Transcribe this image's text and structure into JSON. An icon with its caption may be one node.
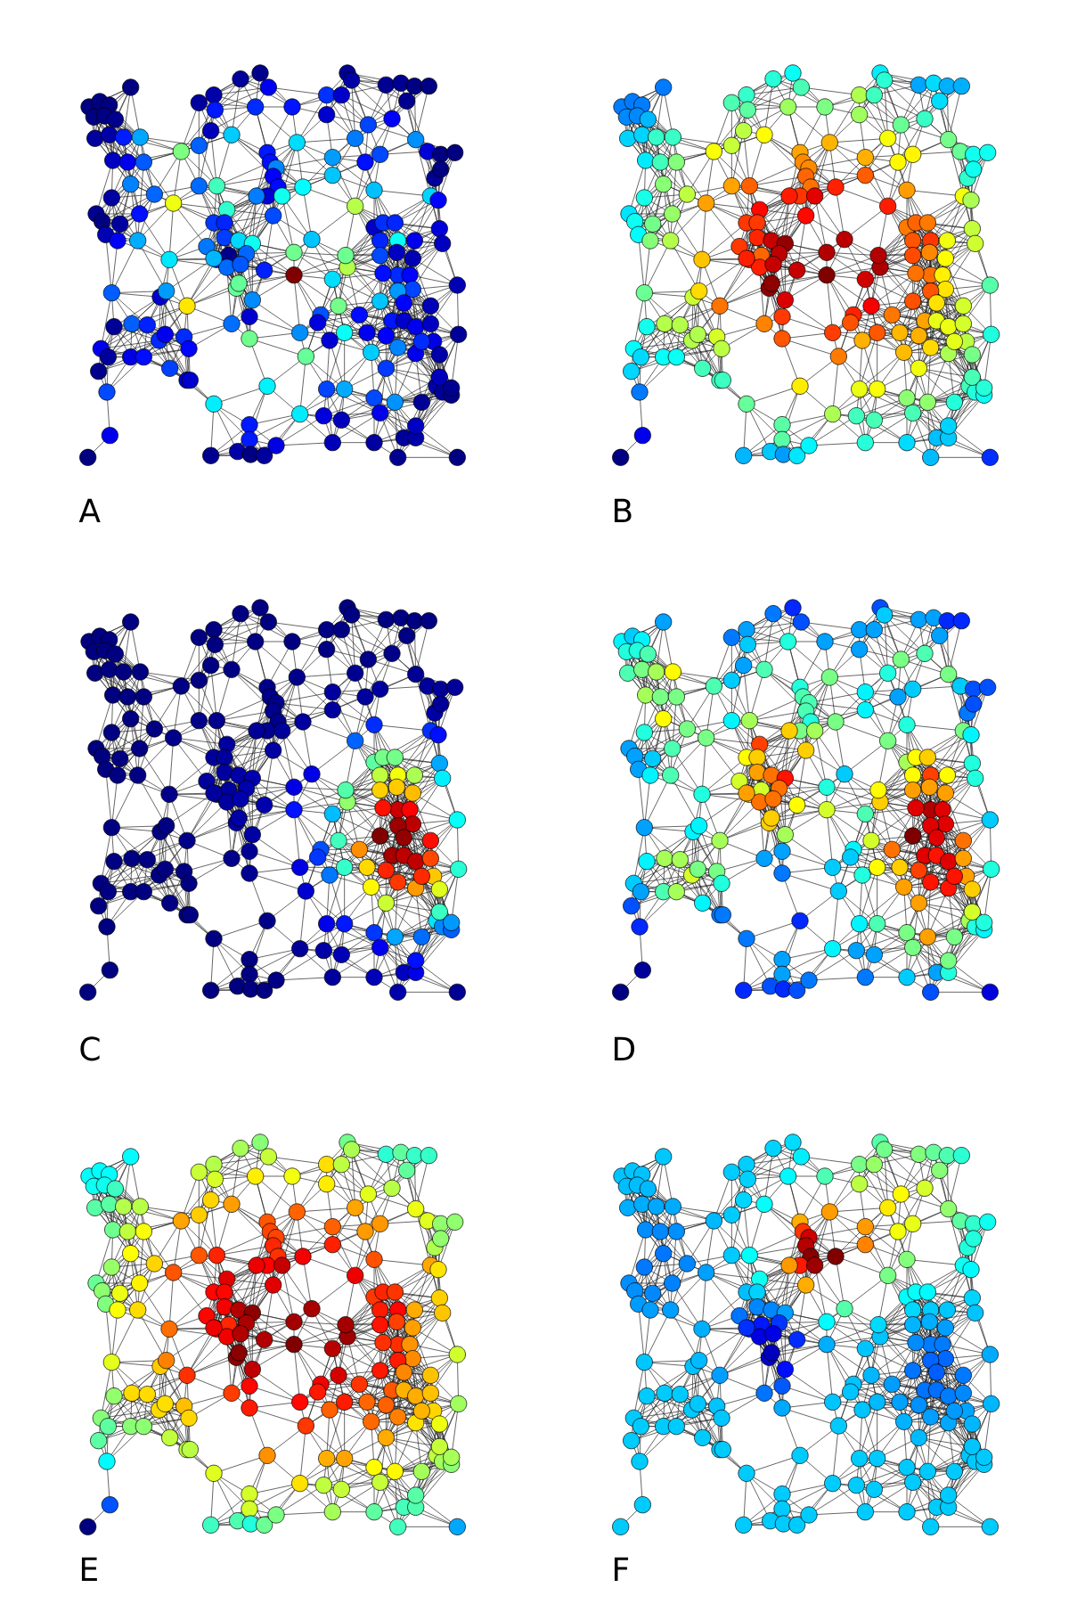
{
  "diagram": {
    "nodes": [
      {
        "text": [],
        "shape": "picture",
        "beside": [
          "A"
        ]
      },
      {
        "text": [],
        "shape": "picture",
        "beside": [
          "B"
        ]
      },
      {
        "text": [],
        "shape": "picture",
        "beside": [
          "C"
        ]
      },
      {
        "text": [],
        "shape": "picture",
        "beside": [
          "D"
        ]
      },
      {
        "text": [],
        "shape": "picture",
        "beside": [
          "E"
        ]
      },
      {
        "text": [],
        "shape": "picture",
        "beside": [
          "F"
        ]
      }
    ]
  }
}
